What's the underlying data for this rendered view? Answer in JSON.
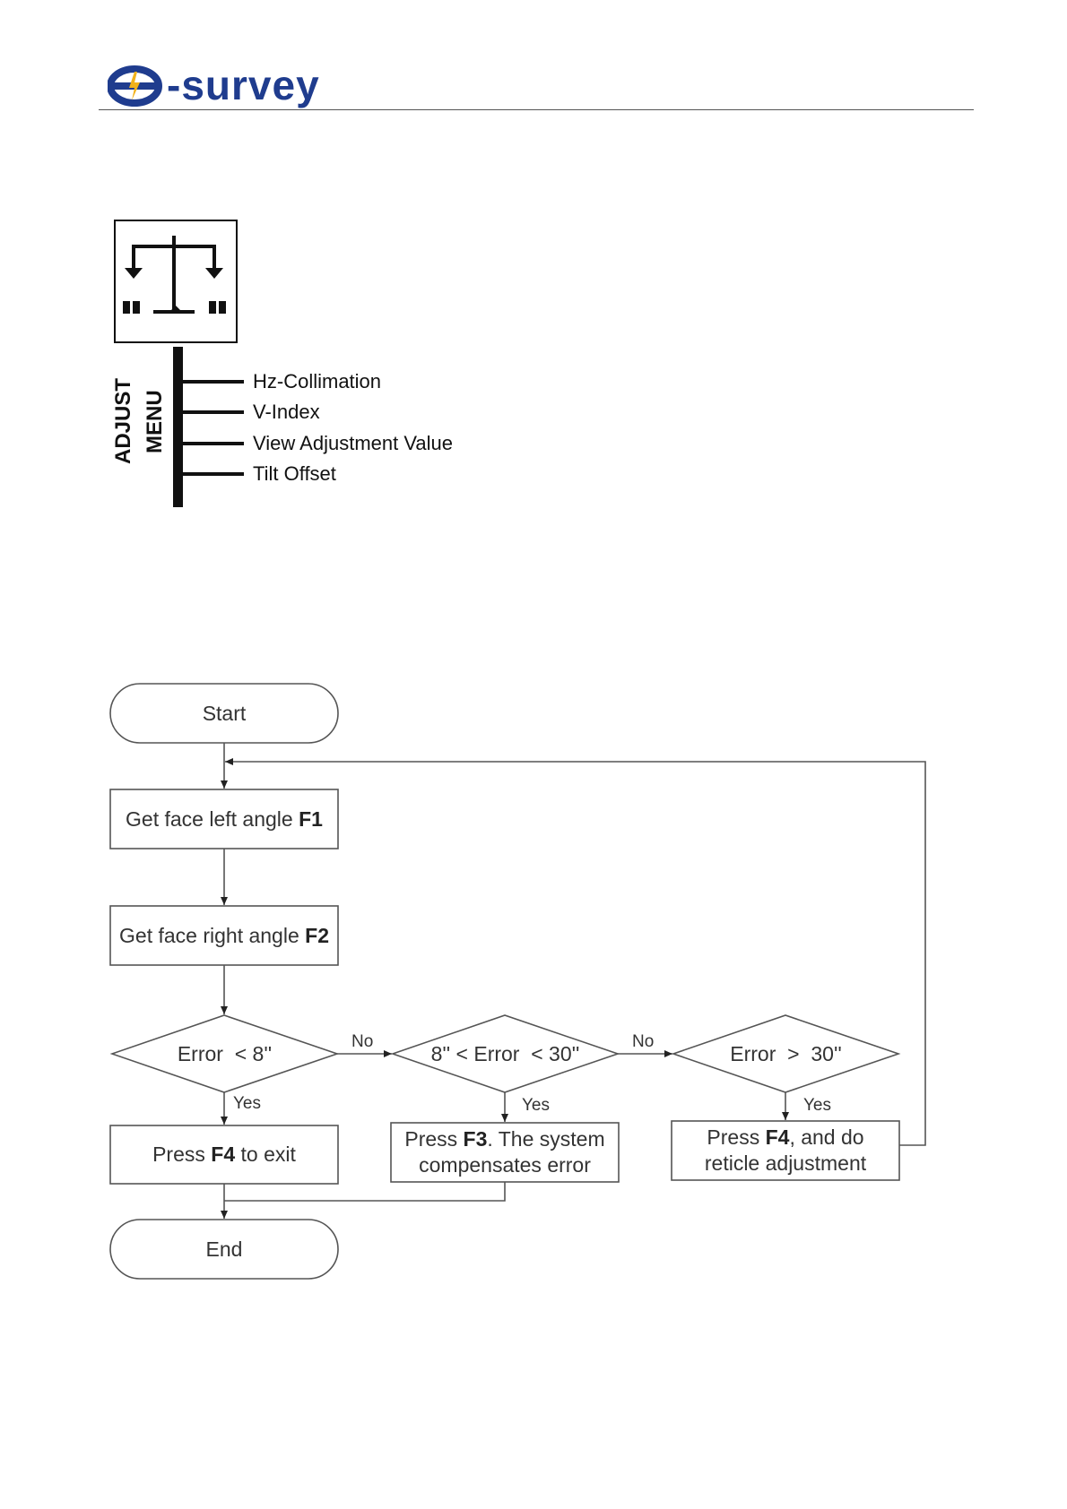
{
  "header": {
    "logo_text": "-survey"
  },
  "adjust_menu": {
    "title_line1": "ADJUST",
    "title_line2": "MENU",
    "items": [
      {
        "label": "Hz-Collimation"
      },
      {
        "label": "V-Index"
      },
      {
        "label": "View Adjustment Value"
      },
      {
        "label": "Tilt Offset"
      }
    ]
  },
  "flowchart": {
    "start": "Start",
    "end": "End",
    "step1": {
      "text": "Get face left angle ",
      "key": "F1"
    },
    "step2": {
      "text": "Get face right angle ",
      "key": "F2"
    },
    "decision1": "Error  < 8''",
    "decision2": "8'' < Error  < 30''",
    "decision3": "Error  >  30''",
    "action1": {
      "pre": "Press ",
      "key": "F4",
      "post": " to exit"
    },
    "action2": {
      "pre": "Press ",
      "key": "F3",
      "post": ". The system",
      "line2": "compensates error"
    },
    "action3": {
      "pre": "Press ",
      "key": "F4",
      "post": ", and do",
      "line2": "reticle adjustment"
    },
    "labels": {
      "no1": "No",
      "no2": "No",
      "yes1": "Yes",
      "yes2": "Yes",
      "yes3": "Yes"
    }
  },
  "colors": {
    "logo_blue": "#1f3c8e",
    "logo_accent": "#f2b21b",
    "line": "#555555"
  }
}
